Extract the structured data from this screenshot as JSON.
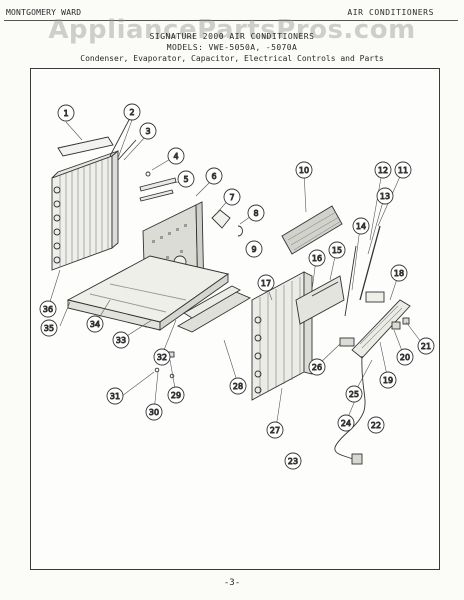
{
  "header": {
    "left": "MONTGOMERY WARD",
    "right": "AIR CONDITIONERS"
  },
  "watermark": "AppliancePartsPros.com",
  "title": {
    "line1": "SIGNATURE 2000 AIR CONDITIONERS",
    "line2": "MODELS: VWE-5050A, -5070A",
    "line3": "Condenser, Evaporator, Capacitor, Electrical Controls and Parts"
  },
  "callouts": [
    "1",
    "2",
    "3",
    "4",
    "5",
    "6",
    "7",
    "8",
    "9",
    "10",
    "11",
    "12",
    "13",
    "14",
    "15",
    "16",
    "17",
    "18",
    "19",
    "20",
    "21",
    "22",
    "23",
    "24",
    "25",
    "26",
    "27",
    "28",
    "29",
    "30",
    "31",
    "32",
    "33",
    "34",
    "35",
    "36"
  ],
  "page_number": "-3-"
}
